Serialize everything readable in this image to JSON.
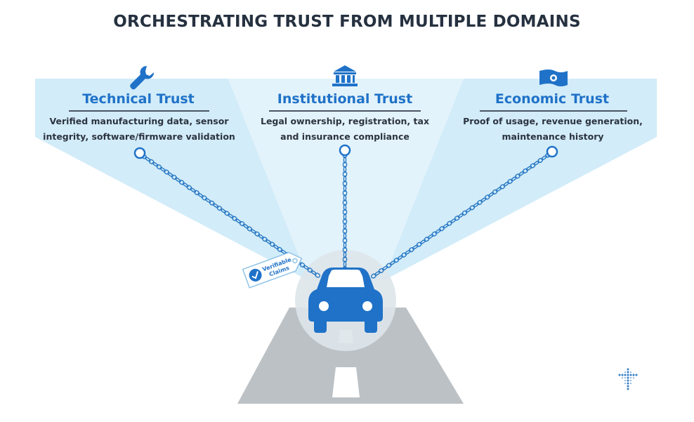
{
  "title": "ORCHESTRATING TRUST FROM MULTIPLE DOMAINS",
  "domains": [
    {
      "heading": "Technical Trust",
      "description_line1": "Verified manufacturing data, sensor",
      "description_line2": "integrity, software/firmware validation",
      "icon": "wrench-icon"
    },
    {
      "heading": "Institutional Trust",
      "description_line1": "Legal ownership, registration, tax",
      "description_line2": "and insurance compliance",
      "icon": "bank-icon"
    },
    {
      "heading": "Economic Trust",
      "description_line1": "Proof of usage, revenue generation,",
      "description_line2": "maintenance history",
      "icon": "money-icon"
    }
  ],
  "tag": {
    "line1": "Verifiable",
    "line2": "Claims",
    "icon": "checkmark-icon"
  },
  "center_icon": "car-icon",
  "logo_icon": "dotted-cross-logo-icon",
  "colors": {
    "accent": "#1f72c8",
    "beam_outer": "#d3edfa",
    "beam_inner": "#e4f3fb",
    "road": "#bcc1c5",
    "title": "#263140"
  }
}
